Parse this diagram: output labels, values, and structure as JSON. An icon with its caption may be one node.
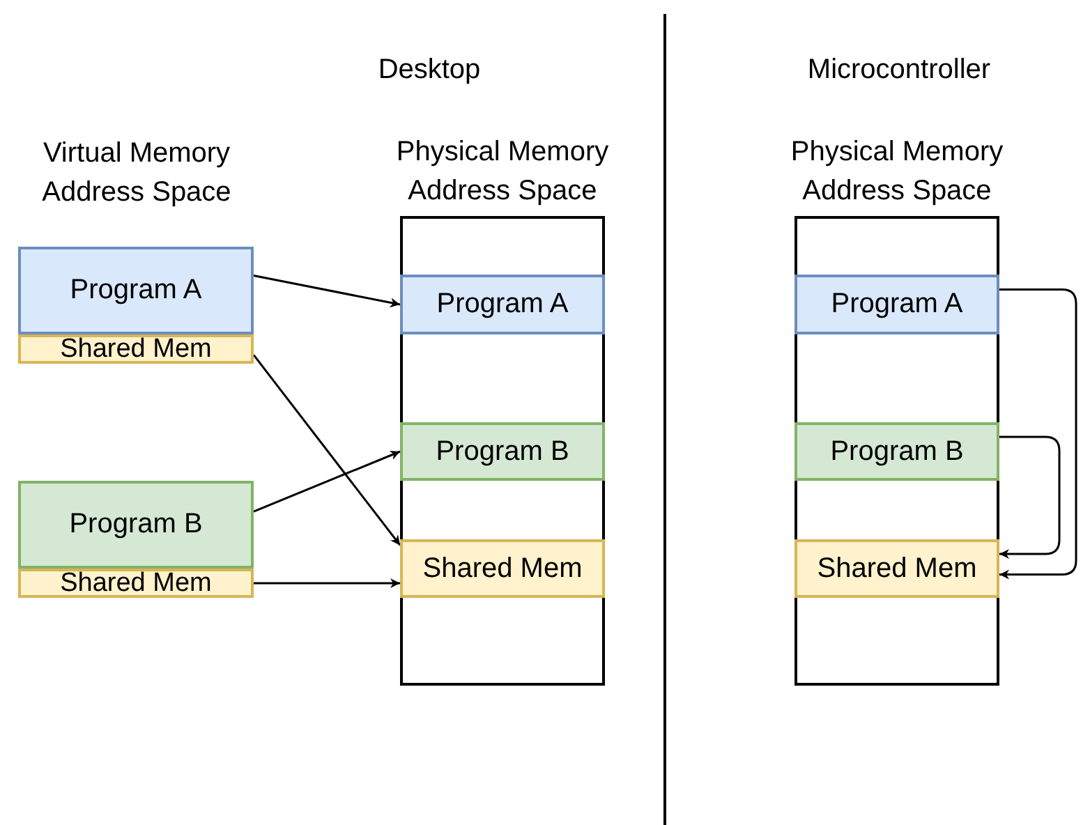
{
  "diagram": {
    "nodes": [
      {
        "text": [
          "Program A"
        ]
      },
      {
        "text": [
          "Shared Mem"
        ]
      },
      {
        "text": [
          "Program B"
        ]
      },
      {
        "text": [
          "Shared Mem"
        ]
      },
      {
        "text": [
          "Physical Memory Address Space"
        ]
      },
      {
        "text": [
          "Program A"
        ],
        "in": 4
      },
      {
        "text": [
          "Program B"
        ],
        "in": 4
      },
      {
        "text": [
          "Shared Mem"
        ],
        "in": 4
      },
      {
        "text": [
          "Physical Memory Address Space"
        ]
      },
      {
        "text": [
          "Program A"
        ],
        "in": 8
      },
      {
        "text": [
          "Program B"
        ],
        "in": 8
      },
      {
        "text": [
          "Shared Mem"
        ],
        "in": 8
      }
    ],
    "edges": [
      {
        "from": 0,
        "to": 5,
        "arrow": "to"
      },
      {
        "from": 1,
        "to": 7,
        "arrow": "to"
      },
      {
        "from": 2,
        "to": 6,
        "arrow": "to"
      },
      {
        "from": 3,
        "to": 7,
        "arrow": "to"
      },
      {
        "from": 9,
        "to": 11,
        "arrow": "to"
      },
      {
        "from": 10,
        "to": 11,
        "arrow": "to"
      }
    ],
    "labels": [
      "Desktop",
      "Microcontroller",
      "Virtual Memory Address Space"
    ]
  }
}
